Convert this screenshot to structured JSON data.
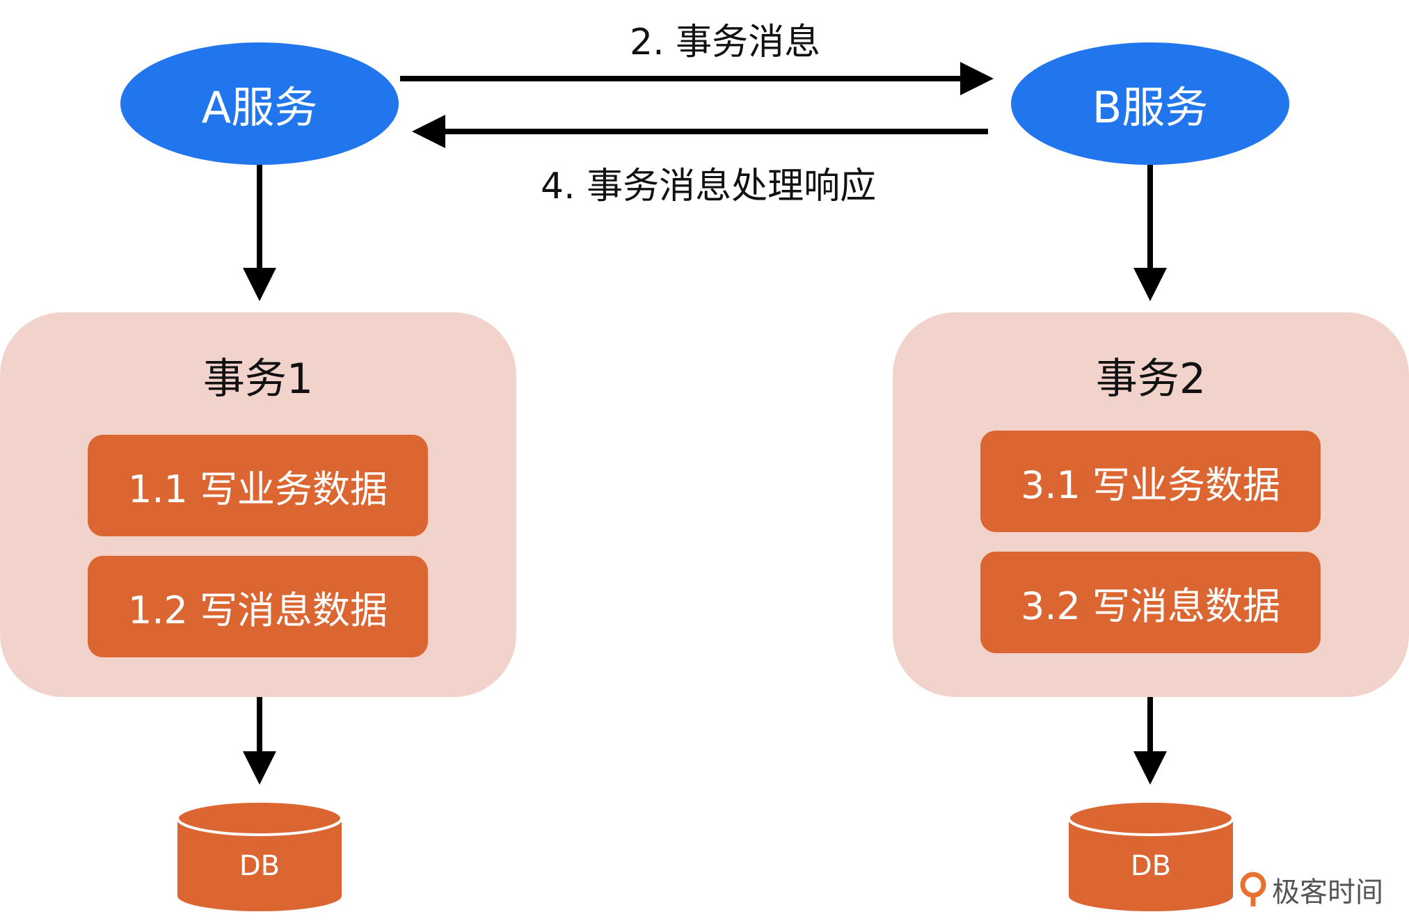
{
  "services": {
    "a": "A服务",
    "b": "B服务"
  },
  "messages": {
    "transaction_message": "2. 事务消息",
    "response": "4. 事务消息处理响应"
  },
  "transactions": [
    {
      "title": "事务1",
      "steps": [
        "1.1 写业务数据",
        "1.2 写消息数据"
      ]
    },
    {
      "title": "事务2",
      "steps": [
        "3.1 写业务数据",
        "3.2 写消息数据"
      ]
    }
  ],
  "databases": [
    "DB",
    "DB"
  ],
  "brand": "极客时间",
  "colors": {
    "service": "#2176ee",
    "transaction_bg": "#f2d3cc",
    "step": "#dc6632",
    "arrow": "#000000"
  }
}
